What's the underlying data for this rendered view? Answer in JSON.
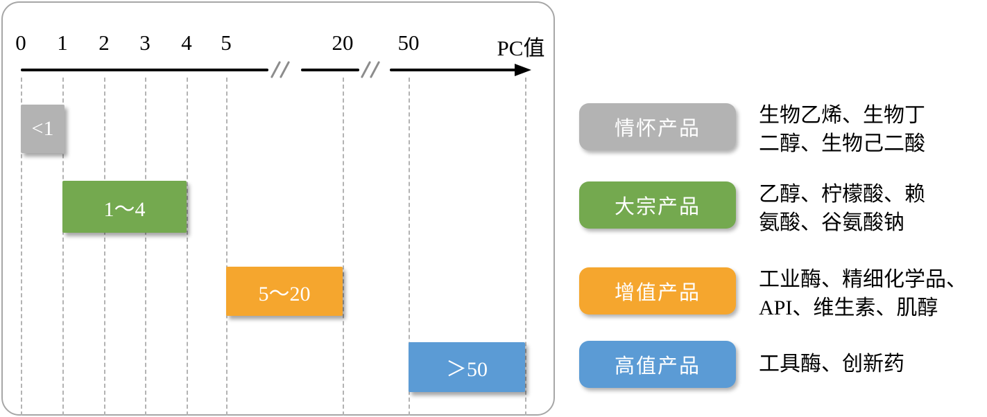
{
  "axis": {
    "ticks": [
      "0",
      "1",
      "2",
      "3",
      "4",
      "5",
      "20",
      "50"
    ],
    "label": "PC值",
    "break_mark": "//"
  },
  "ranges": [
    {
      "label": "<1",
      "color": "#b3b3b3"
    },
    {
      "label": "1～4",
      "color": "#74a94f"
    },
    {
      "label": "5～20",
      "color": "#f5a62e"
    },
    {
      "label": "＞50",
      "color": "#5b9bd5"
    }
  ],
  "legend": [
    {
      "label": "情怀产品",
      "color": "#b3b3b3",
      "desc": "生物乙烯、生物丁\n二醇、生物己二酸"
    },
    {
      "label": "大宗产品",
      "color": "#74a94f",
      "desc": "乙醇、柠檬酸、赖\n氨酸、谷氨酸钠"
    },
    {
      "label": "增值产品",
      "color": "#f5a62e",
      "desc": "工业酶、精细化学品、\nAPI、维生素、肌醇"
    },
    {
      "label": "高值产品",
      "color": "#5b9bd5",
      "desc": "工具酶、创新药"
    }
  ]
}
